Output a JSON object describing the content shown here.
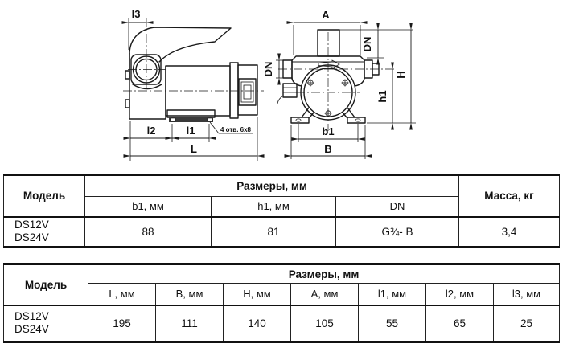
{
  "colors": {
    "line": "#1a1a1a",
    "table_border": "#111111",
    "plate_fill": "#3a3a3a",
    "background": "#ffffff"
  },
  "drawing": {
    "side_view": {
      "l3": "l3",
      "l2": "l2",
      "l1": "l1",
      "L": "L",
      "holes_note": "4 отв. 6x8"
    },
    "front_view": {
      "A": "A",
      "dn": "DN",
      "H": "H",
      "h1": "h1",
      "b1": "b1",
      "B": "B"
    }
  },
  "table1": {
    "model_header": "Модель",
    "sizes_header": "Размеры, мм",
    "mass_header": "Масса, кг",
    "columns": [
      "b1, мм",
      "h1, мм",
      "DN"
    ],
    "rows": [
      {
        "model": "DS12V\nDS24V",
        "values": [
          "88",
          "81",
          "G¾- B"
        ],
        "mass": "3,4"
      }
    ]
  },
  "table2": {
    "model_header": "Модель",
    "sizes_header": "Размеры, мм",
    "columns": [
      "L, мм",
      "B, мм",
      "H, мм",
      "A, мм",
      "l1, мм",
      "l2, мм",
      "l3, мм"
    ],
    "rows": [
      {
        "model": "DS12V\nDS24V",
        "values": [
          "195",
          "111",
          "140",
          "105",
          "55",
          "65",
          "25"
        ]
      }
    ]
  }
}
